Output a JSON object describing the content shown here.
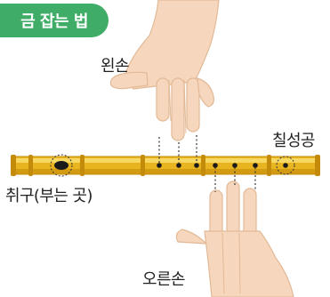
{
  "badge": {
    "text": "금 잡는 법"
  },
  "labels": {
    "left_hand": "왼손",
    "right_hand": "오른손",
    "mouthpiece": "취구(부는 곳)",
    "seventh_hole": "칠성공"
  },
  "colors": {
    "badge_green": "#3fac67",
    "flute_yellow": "#e8b41f",
    "flute_shadow": "#c48a0a",
    "flute_highlight": "#f7dc6a",
    "skin": "#f6d7bd",
    "skin_shadow": "#e2b996",
    "hole_dark": "#1a1a1a"
  },
  "icons": {
    "flute": "danso-flute-icon",
    "left_hand": "left-hand-icon",
    "right_hand": "right-hand-icon"
  }
}
